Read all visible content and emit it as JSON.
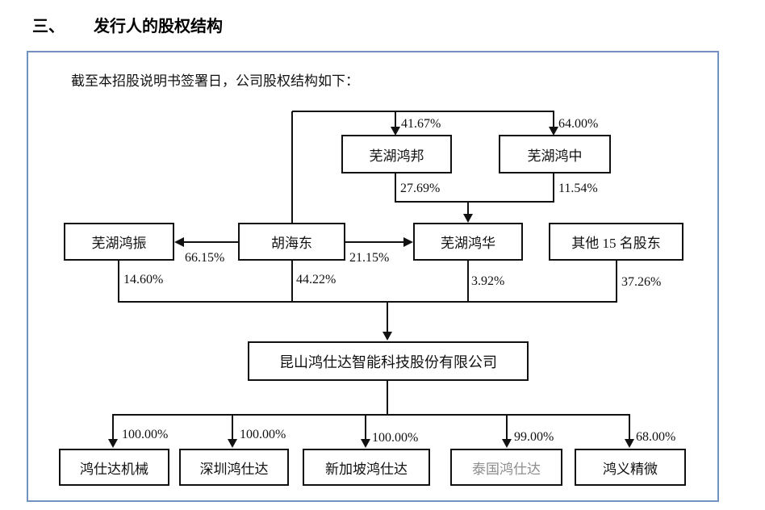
{
  "page": {
    "title_index": "三、",
    "title": "发行人的股权结构",
    "intro": "截至本招股说明书签署日，公司股权结构如下："
  },
  "colors": {
    "frame_border": "#7191c0",
    "line": "#111111",
    "muted_text": "#8d8d8d"
  },
  "nodes": {
    "hongbang": "芜湖鸿邦",
    "hongzhong": "芜湖鸿中",
    "hongzhen": "芜湖鸿振",
    "huhaidong": "胡海东",
    "honghua": "芜湖鸿华",
    "other_shareholders": "其他 15 名股东",
    "company": "昆山鸿仕达智能科技股份有限公司",
    "hsd_machinery": "鸿仕达机械",
    "shenzhen_hsd": "深圳鸿仕达",
    "singapore_hsd": "新加坡鸿仕达",
    "thailand_hsd": "泰国鸿仕达",
    "hongyi_precision": "鸿义精微"
  },
  "percentages": {
    "to_hongbang": "41.67%",
    "to_hongzhong": "64.00%",
    "hongbang_to_honghua": "27.69%",
    "hongzhong_to_honghua": "11.54%",
    "huhaidong_to_hongzhen": "66.15%",
    "huhaidong_to_honghua": "21.15%",
    "hongzhen_to_company": "14.60%",
    "huhaidong_to_company": "44.22%",
    "honghua_to_company": "3.92%",
    "others_to_company": "37.26%",
    "to_machinery": "100.00%",
    "to_shenzhen": "100.00%",
    "to_singapore": "100.00%",
    "to_thailand": "99.00%",
    "to_hongyi": "68.00%"
  }
}
